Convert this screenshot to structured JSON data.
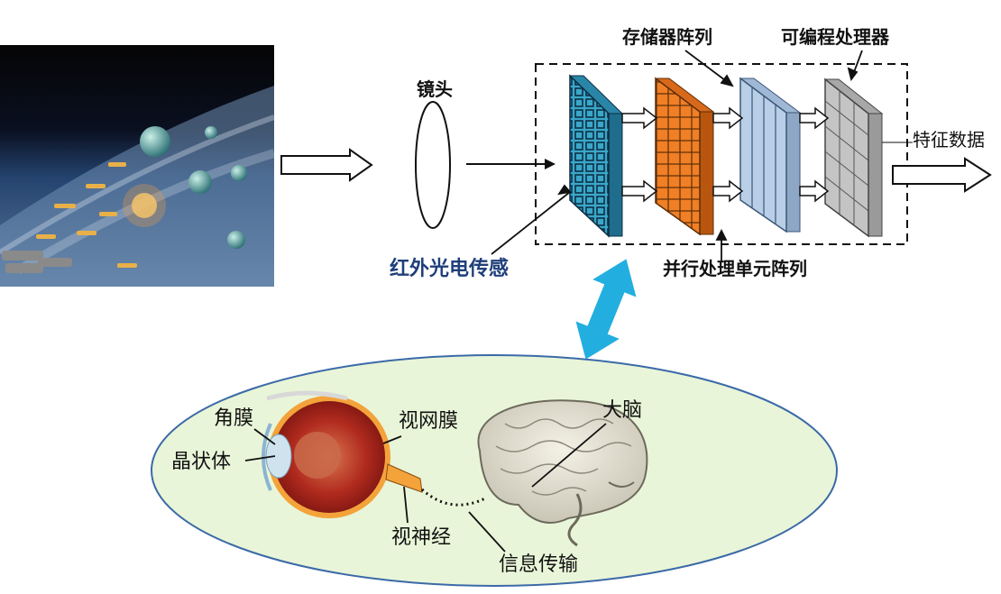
{
  "labels": {
    "lens": "镜头",
    "memory_array": "存储器阵列",
    "programmable_processor": "可编程处理器",
    "feature_data": "特征数据",
    "ir_sensor": "红外光电传感",
    "parallel_pe_array": "并行处理单元阵列",
    "cornea": "角膜",
    "crystalline_lens": "晶状体",
    "retina": "视网膜",
    "brain": "大脑",
    "optic_nerve": "视神经",
    "info_transmission": "信息传输"
  },
  "colors": {
    "sensor_array": "#3aa7c9",
    "pe_array": "#f07f25",
    "memory_array": "#b9cfe8",
    "processor": "#bdbdbd",
    "ir_label": "#1f3f7a",
    "double_arrow": "#23aee0",
    "ellipse_fill": "#e9f5d8",
    "ellipse_stroke": "#3b6aa8"
  },
  "icons": {
    "space_scene": "space-battle-photo",
    "eye": "human-eye-cross-section",
    "brain": "human-brain-illustration"
  }
}
